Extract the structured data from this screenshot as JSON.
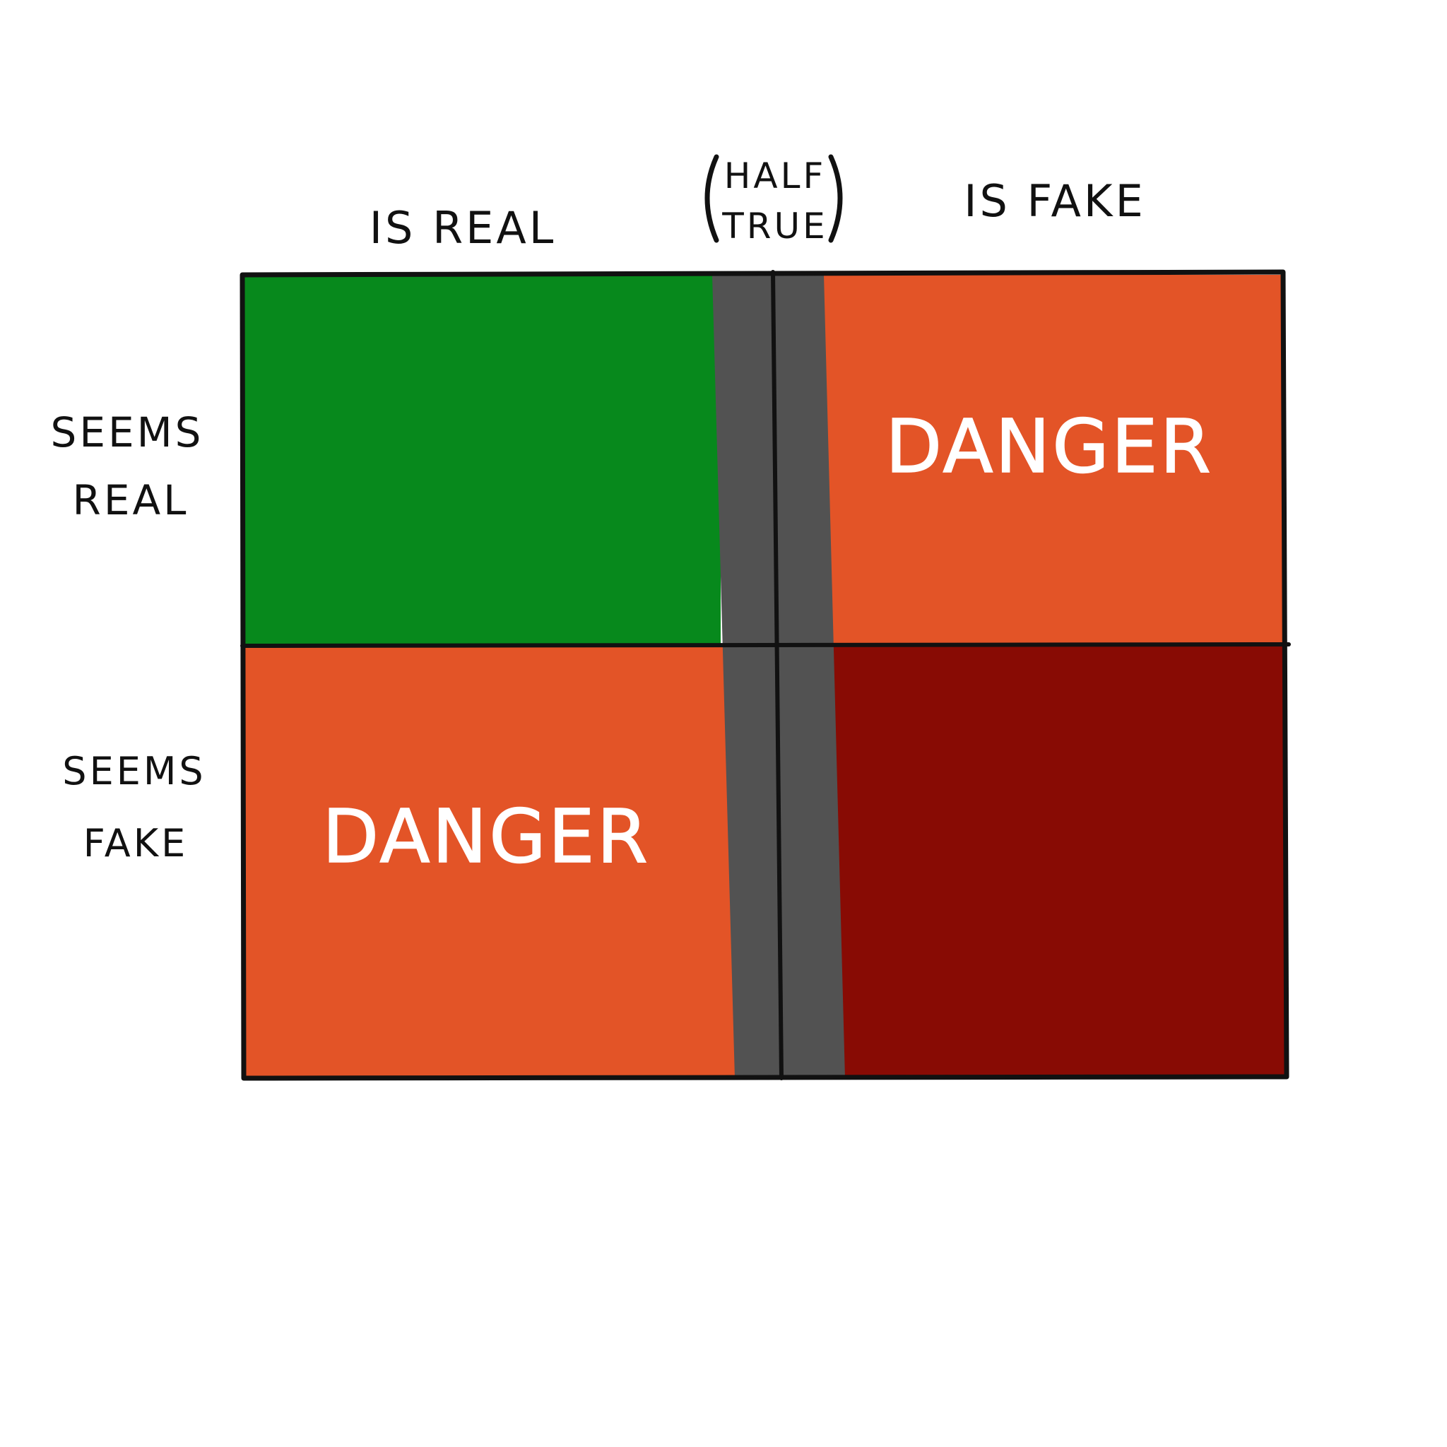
{
  "columns": {
    "is_real": "IS REAL",
    "half_true_line1": "HALF",
    "half_true_line2": "TRUE",
    "is_fake": "IS FAKE"
  },
  "rows": {
    "seems_real_line1": "SEEMS",
    "seems_real_line2": "REAL",
    "seems_fake_line1": "SEEMS",
    "seems_fake_line2": "FAKE"
  },
  "cells": {
    "seems_real_is_fake": "DANGER",
    "seems_fake_is_real": "DANGER"
  },
  "colors": {
    "safe": "#07891c",
    "danger": "#e35427",
    "severe": "#880b04",
    "half_true_band": "#525252",
    "outline": "#111111"
  }
}
